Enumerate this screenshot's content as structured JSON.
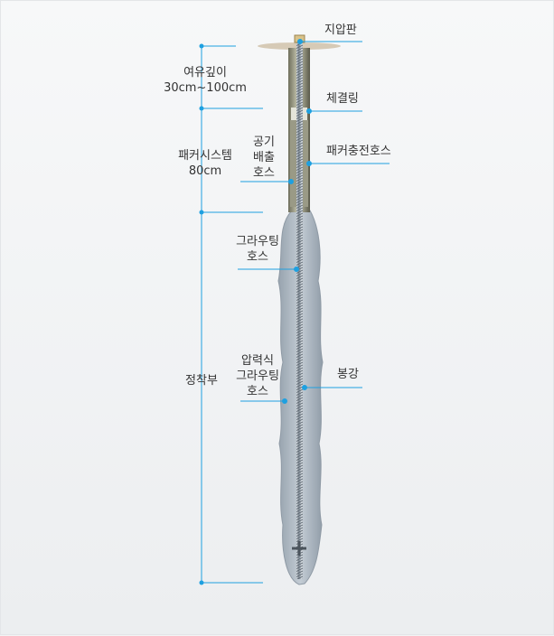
{
  "labels": {
    "bearing_plate": "지압판",
    "allowance_depth": "여유깊이",
    "allowance_range": "30cm~100cm",
    "coupler_ring": "체결링",
    "packer_system": "패커시스템",
    "packer_length": "80cm",
    "air_vent_hose": "공기\n배출\n호스",
    "packer_fill_hose": "패커충전호스",
    "grouting_hose": "그라우팅\n호스",
    "pressure_grouting_hose": "압력식\n그라우팅\n호스",
    "steel_bar": "봉강",
    "anchorage": "정착부"
  },
  "colors": {
    "accent": "#1ea0e0",
    "grout": "#a9b4bf",
    "packer": "#8a8d80"
  }
}
